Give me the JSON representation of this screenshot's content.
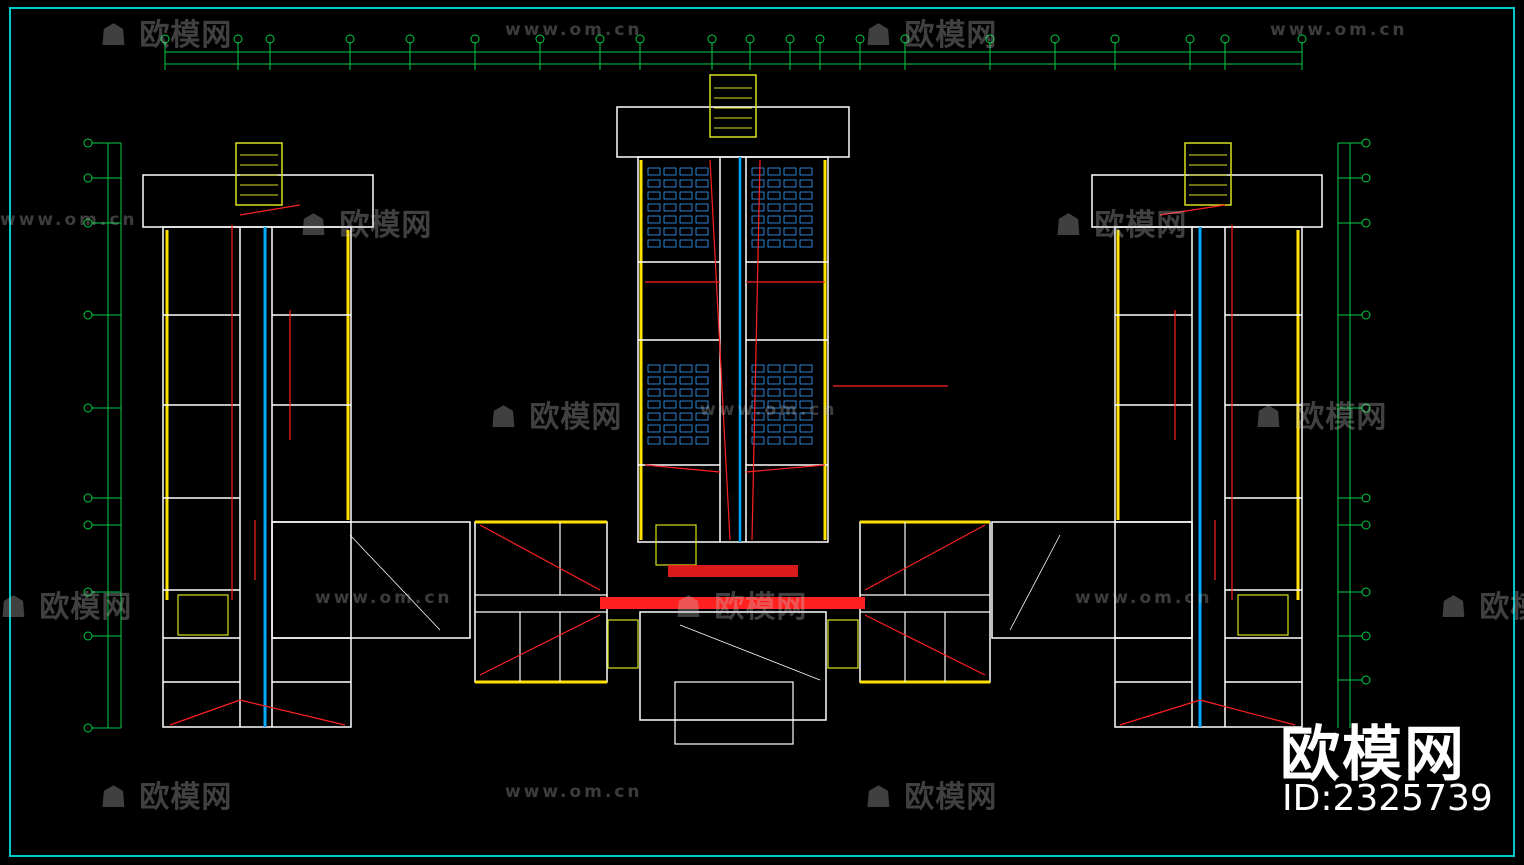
{
  "watermarks": {
    "logo_text": "欧模网",
    "url_text": "www.om.cn"
  },
  "brand": {
    "logo_text": "欧模网",
    "id_text": "ID:2325739"
  },
  "colors": {
    "background": "#000000",
    "frame": "#00c8c8",
    "wall": "#ffffff",
    "column": "#ffe000",
    "glazing": "#00aaff",
    "wiring": "#ff2020",
    "grid_line": "#00cc44",
    "stair": "#d8e020"
  }
}
